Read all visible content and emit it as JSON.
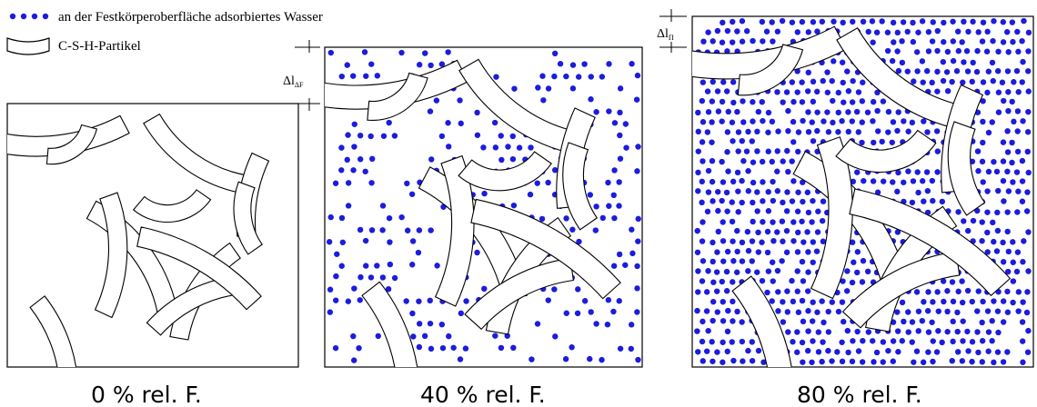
{
  "legend": {
    "water_label": "an der Festkörperoberfläche adsorbiertes Wasser",
    "particle_label": "C-S-H-Partikel",
    "water_icon": "blue-dots",
    "particle_icon": "curved-plate"
  },
  "panels": [
    {
      "id": "p0",
      "caption": "0 % rel. F.",
      "water_level": 0.0,
      "dim_label": "",
      "dim_sub": ""
    },
    {
      "id": "p40",
      "caption": "40 % rel. F.",
      "water_level": 0.4,
      "dim_label": "Δl",
      "dim_sub": "ΔF"
    },
    {
      "id": "p80",
      "caption": "80 % rel. F.",
      "water_level": 0.8,
      "dim_label": "Δl",
      "dim_sub": "Π"
    }
  ],
  "colors": {
    "water": "#1c1cdc",
    "particle_fill": "#ffffff",
    "outline": "#000000",
    "background": "#ffffff"
  }
}
